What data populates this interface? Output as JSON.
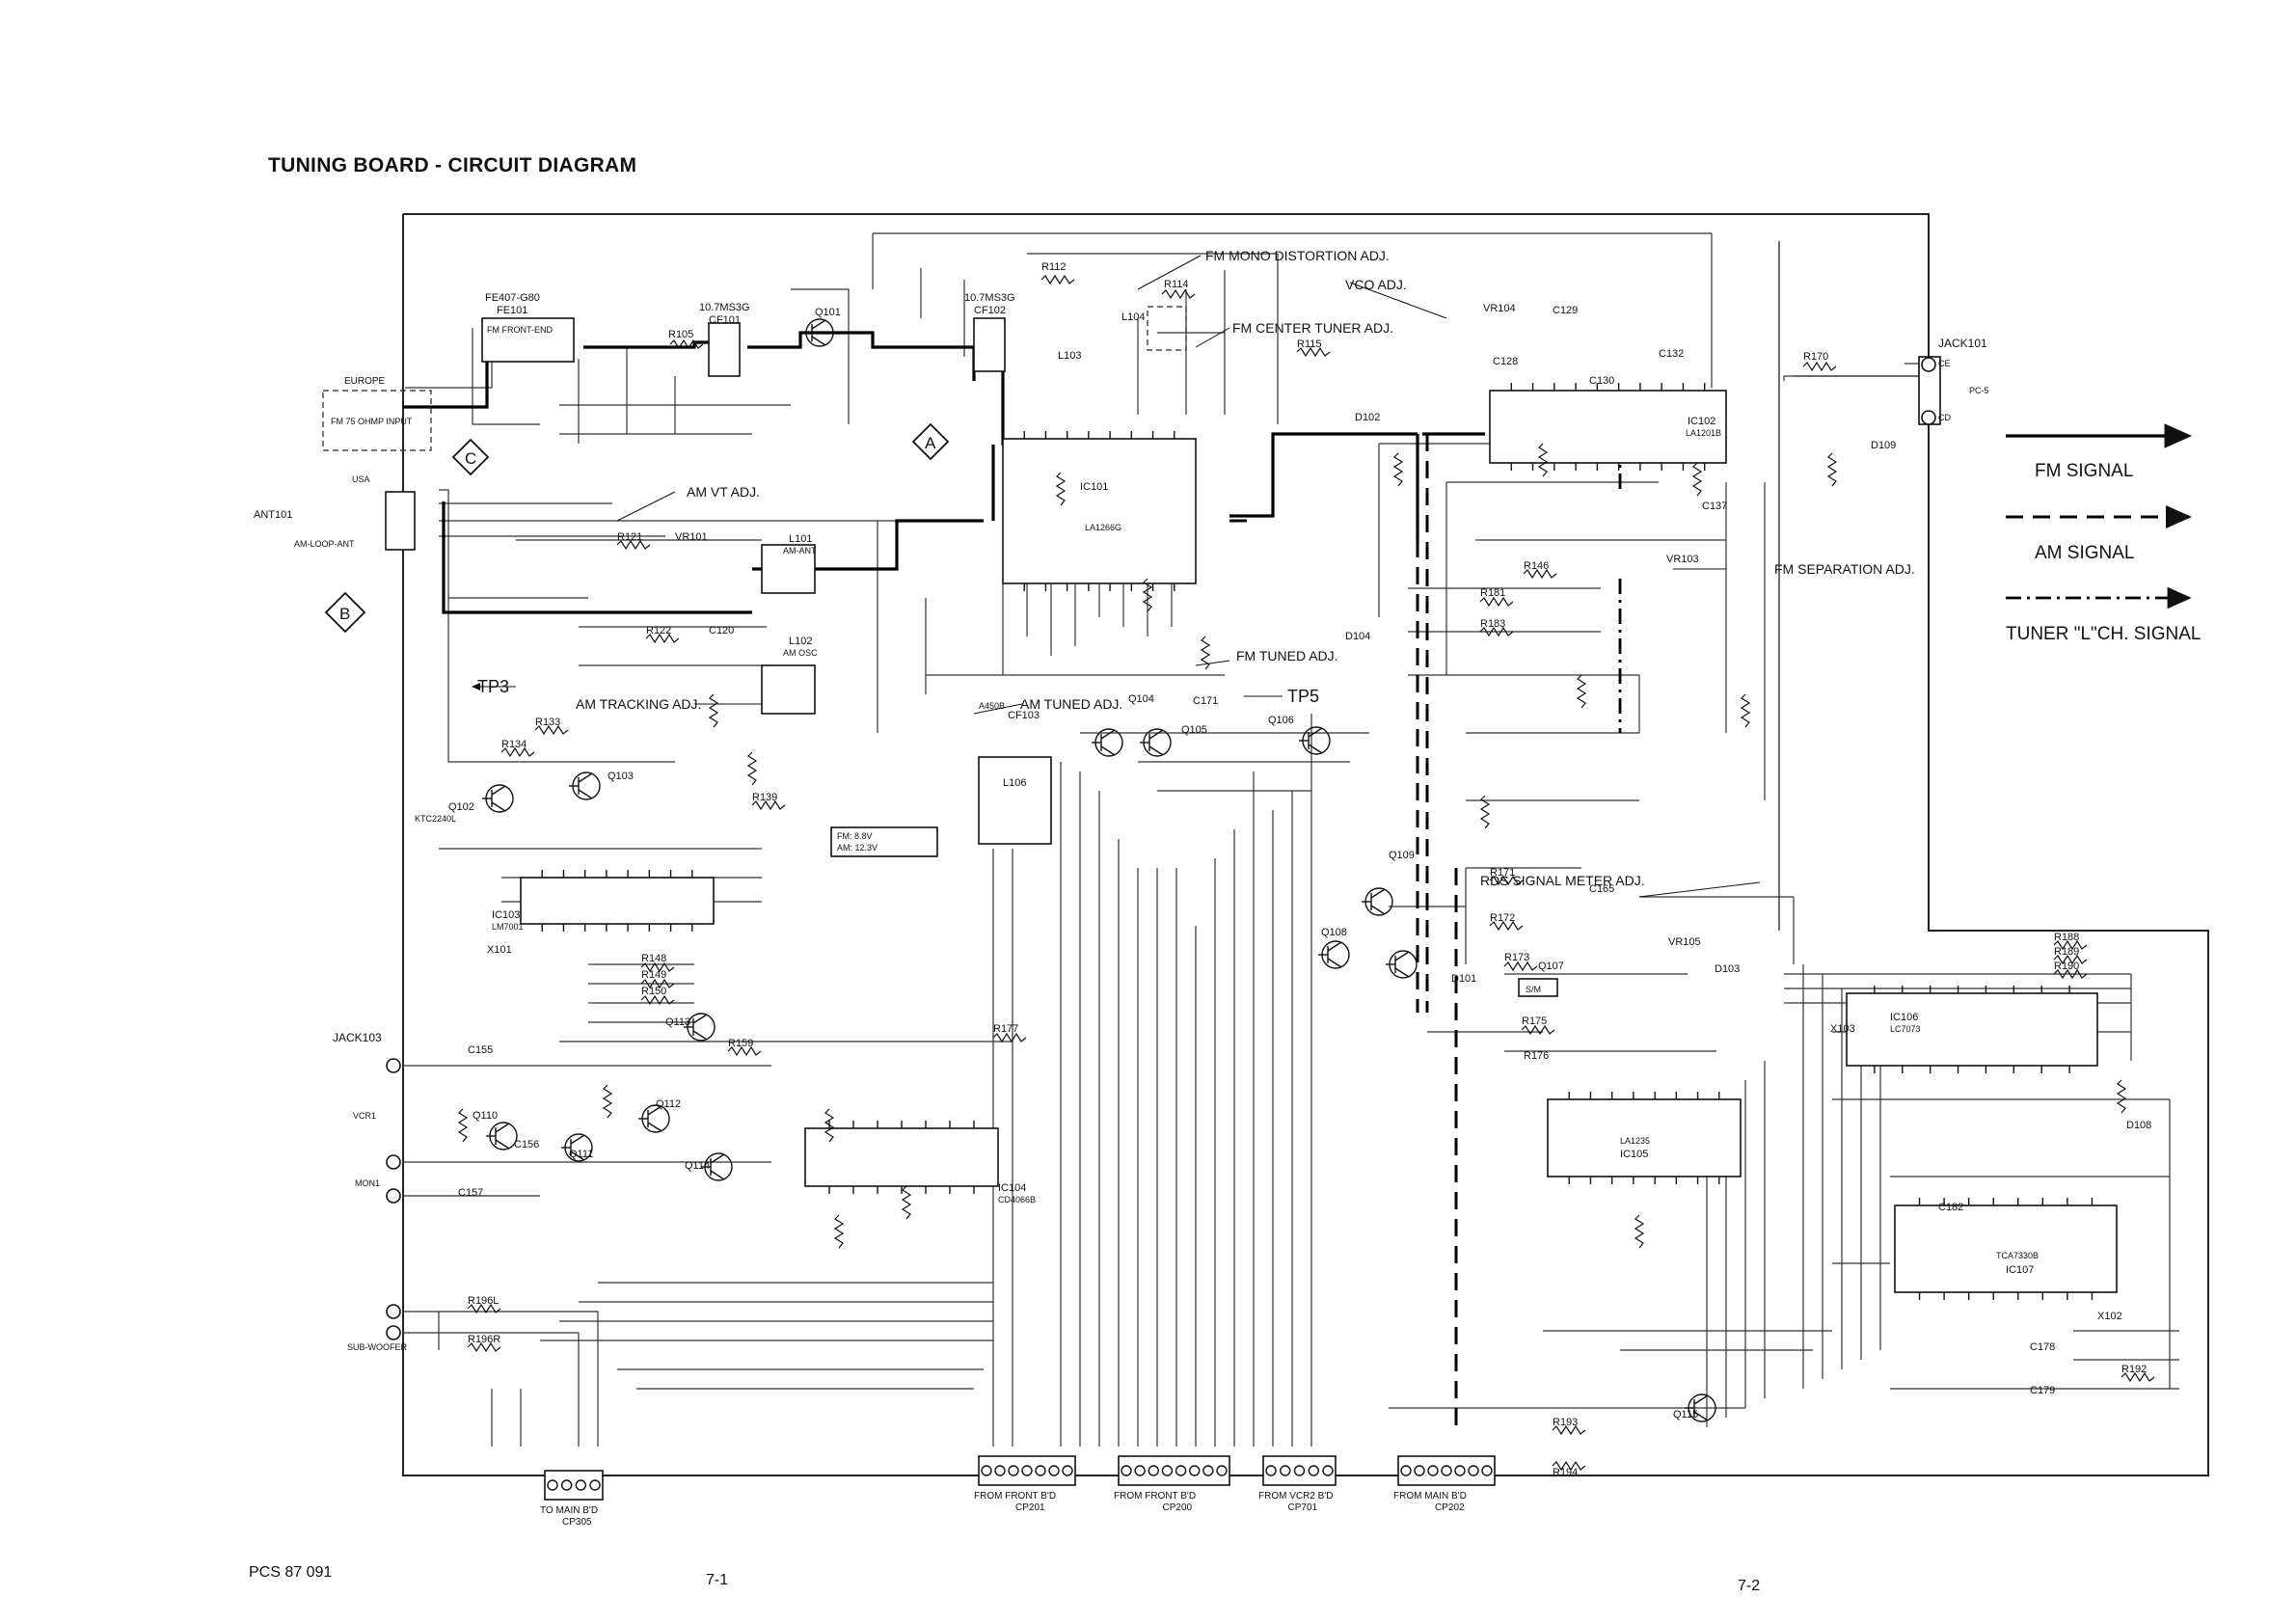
{
  "title": "TUNING BOARD - CIRCUIT DIAGRAM",
  "legend": [
    {
      "label": "FM SIGNAL",
      "style": "solid"
    },
    {
      "label": "AM SIGNAL",
      "style": "dashed"
    },
    {
      "label": "TUNER \"L\"CH. SIGNAL",
      "style": "dashdot"
    }
  ],
  "footer": {
    "doc_id": "PCS 87 091",
    "page_left": "7-1",
    "page_right": "7-2"
  },
  "annotations": {
    "fm_mono": "FM MONO DISTORTION ADJ.",
    "vco": "VCO ADJ.",
    "fm_center": "FM CENTER TUNER ADJ.",
    "am_vt": "AM VT ADJ.",
    "am_tracking": "AM TRACKING ADJ.",
    "am_tuned": "AM TUNED ADJ.",
    "fm_tuned": "FM TUNED ADJ.",
    "fm_sep": "FM SEPARATION ADJ.",
    "rds": "RDS SIGNAL METER ADJ.",
    "tp3": "TP3",
    "tp5": "TP5"
  },
  "components": {
    "fe": "FE407-G80",
    "fe101": "FE101",
    "fm_front": "FM FRONT-END",
    "cf101": "10.7MS3G",
    "cf101_ref": "CF101",
    "cf102": "10.7MS3G",
    "cf102_ref": "CF102",
    "ic101": "IC101",
    "ic101_part": "LA1266G",
    "ic102": "IC102",
    "ic102_part": "LA1201B",
    "ic103": "IC103",
    "ic103_part": "LM7001",
    "ic104": "IC104",
    "ic104_part": "CD4066B",
    "ic105": "IC105",
    "ic105_part": "LA1235",
    "ic106": "IC106",
    "ic106_part": "LC7073",
    "ic107": "IC107",
    "ic107_part": "TCA7330B",
    "l101": "L101",
    "l101_sub": "AM-ANT",
    "l102": "L102",
    "l102_sub": "AM OSC",
    "l103": "L103",
    "l104": "L104",
    "l106": "L106",
    "cf103": "CF103",
    "cf103_part": "A450B",
    "ant": "ANT101",
    "am_loop": "AM-LOOP-ANT",
    "europe": "EUROPE",
    "fm_input": "FM 75 OHMP INPUT",
    "usa": "USA",
    "jack101": "JACK101",
    "jack103": "JACK103",
    "q101": "Q101",
    "q102": "Q102",
    "q102_part": "KTC2240L",
    "q103": "Q103",
    "q104": "Q104",
    "q105": "Q105",
    "q106": "Q106",
    "q107": "Q107",
    "q108": "Q108",
    "q109": "Q109",
    "q110": "Q110",
    "q111": "Q111",
    "q112": "Q112",
    "q113": "Q113",
    "q114": "Q114",
    "q115": "Q115",
    "vcr1": "VCR1",
    "mon1": "MON1",
    "sub_woofer": "SUB-WOOFER",
    "x101": "X101",
    "x102": "X102",
    "x103": "X103",
    "vr101": "VR101",
    "vr103": "VR103",
    "vr104": "VR104",
    "vr105": "VR105",
    "d101": "D101",
    "d102": "D102",
    "d103": "D103",
    "d104": "D104",
    "d108": "D108",
    "d109": "D109",
    "sm": "S/M",
    "fm_volt": "FM: 8.8V",
    "am_volt": "AM: 12.3V",
    "ce": "CE",
    "cd": "CD",
    "pc5": "PC-5",
    "r105": "R105",
    "r112": "R112",
    "r114": "R114",
    "r115": "R115",
    "r121": "R121",
    "r122": "R122",
    "r133": "R133",
    "r134": "R134",
    "r139": "R139",
    "r146": "R146",
    "r148": "R148",
    "r149": "R149",
    "r150": "R150",
    "r159": "R159",
    "r170": "R170",
    "r171": "R171",
    "r172": "R172",
    "r173": "R173",
    "r175": "R175",
    "r176": "R176",
    "r177": "R177",
    "r181": "R181",
    "r183": "R183",
    "r188": "R188",
    "r189": "R189",
    "r190": "R190",
    "r192": "R192",
    "r193": "R193",
    "r194": "R194",
    "r196l": "R196L",
    "r196r": "R196R",
    "c120": "C120",
    "c128": "C128",
    "c129": "C129",
    "c130": "C130",
    "c132": "C132",
    "c137": "C137",
    "c155": "C155",
    "c156": "C156",
    "c157": "C157",
    "c165": "C165",
    "c171": "C171",
    "c178": "C178",
    "c179": "C179",
    "c182": "C182"
  },
  "connectors": [
    {
      "ref": "CP305",
      "caption": "TO MAIN B'D"
    },
    {
      "ref": "CP201",
      "caption": "FROM FRONT B'D"
    },
    {
      "ref": "CP200",
      "caption": "FROM FRONT B'D"
    },
    {
      "ref": "CP701",
      "caption": "FROM VCR2 B'D"
    },
    {
      "ref": "CP202",
      "caption": "FROM MAIN B'D"
    }
  ],
  "markers": [
    "A",
    "B",
    "C"
  ]
}
